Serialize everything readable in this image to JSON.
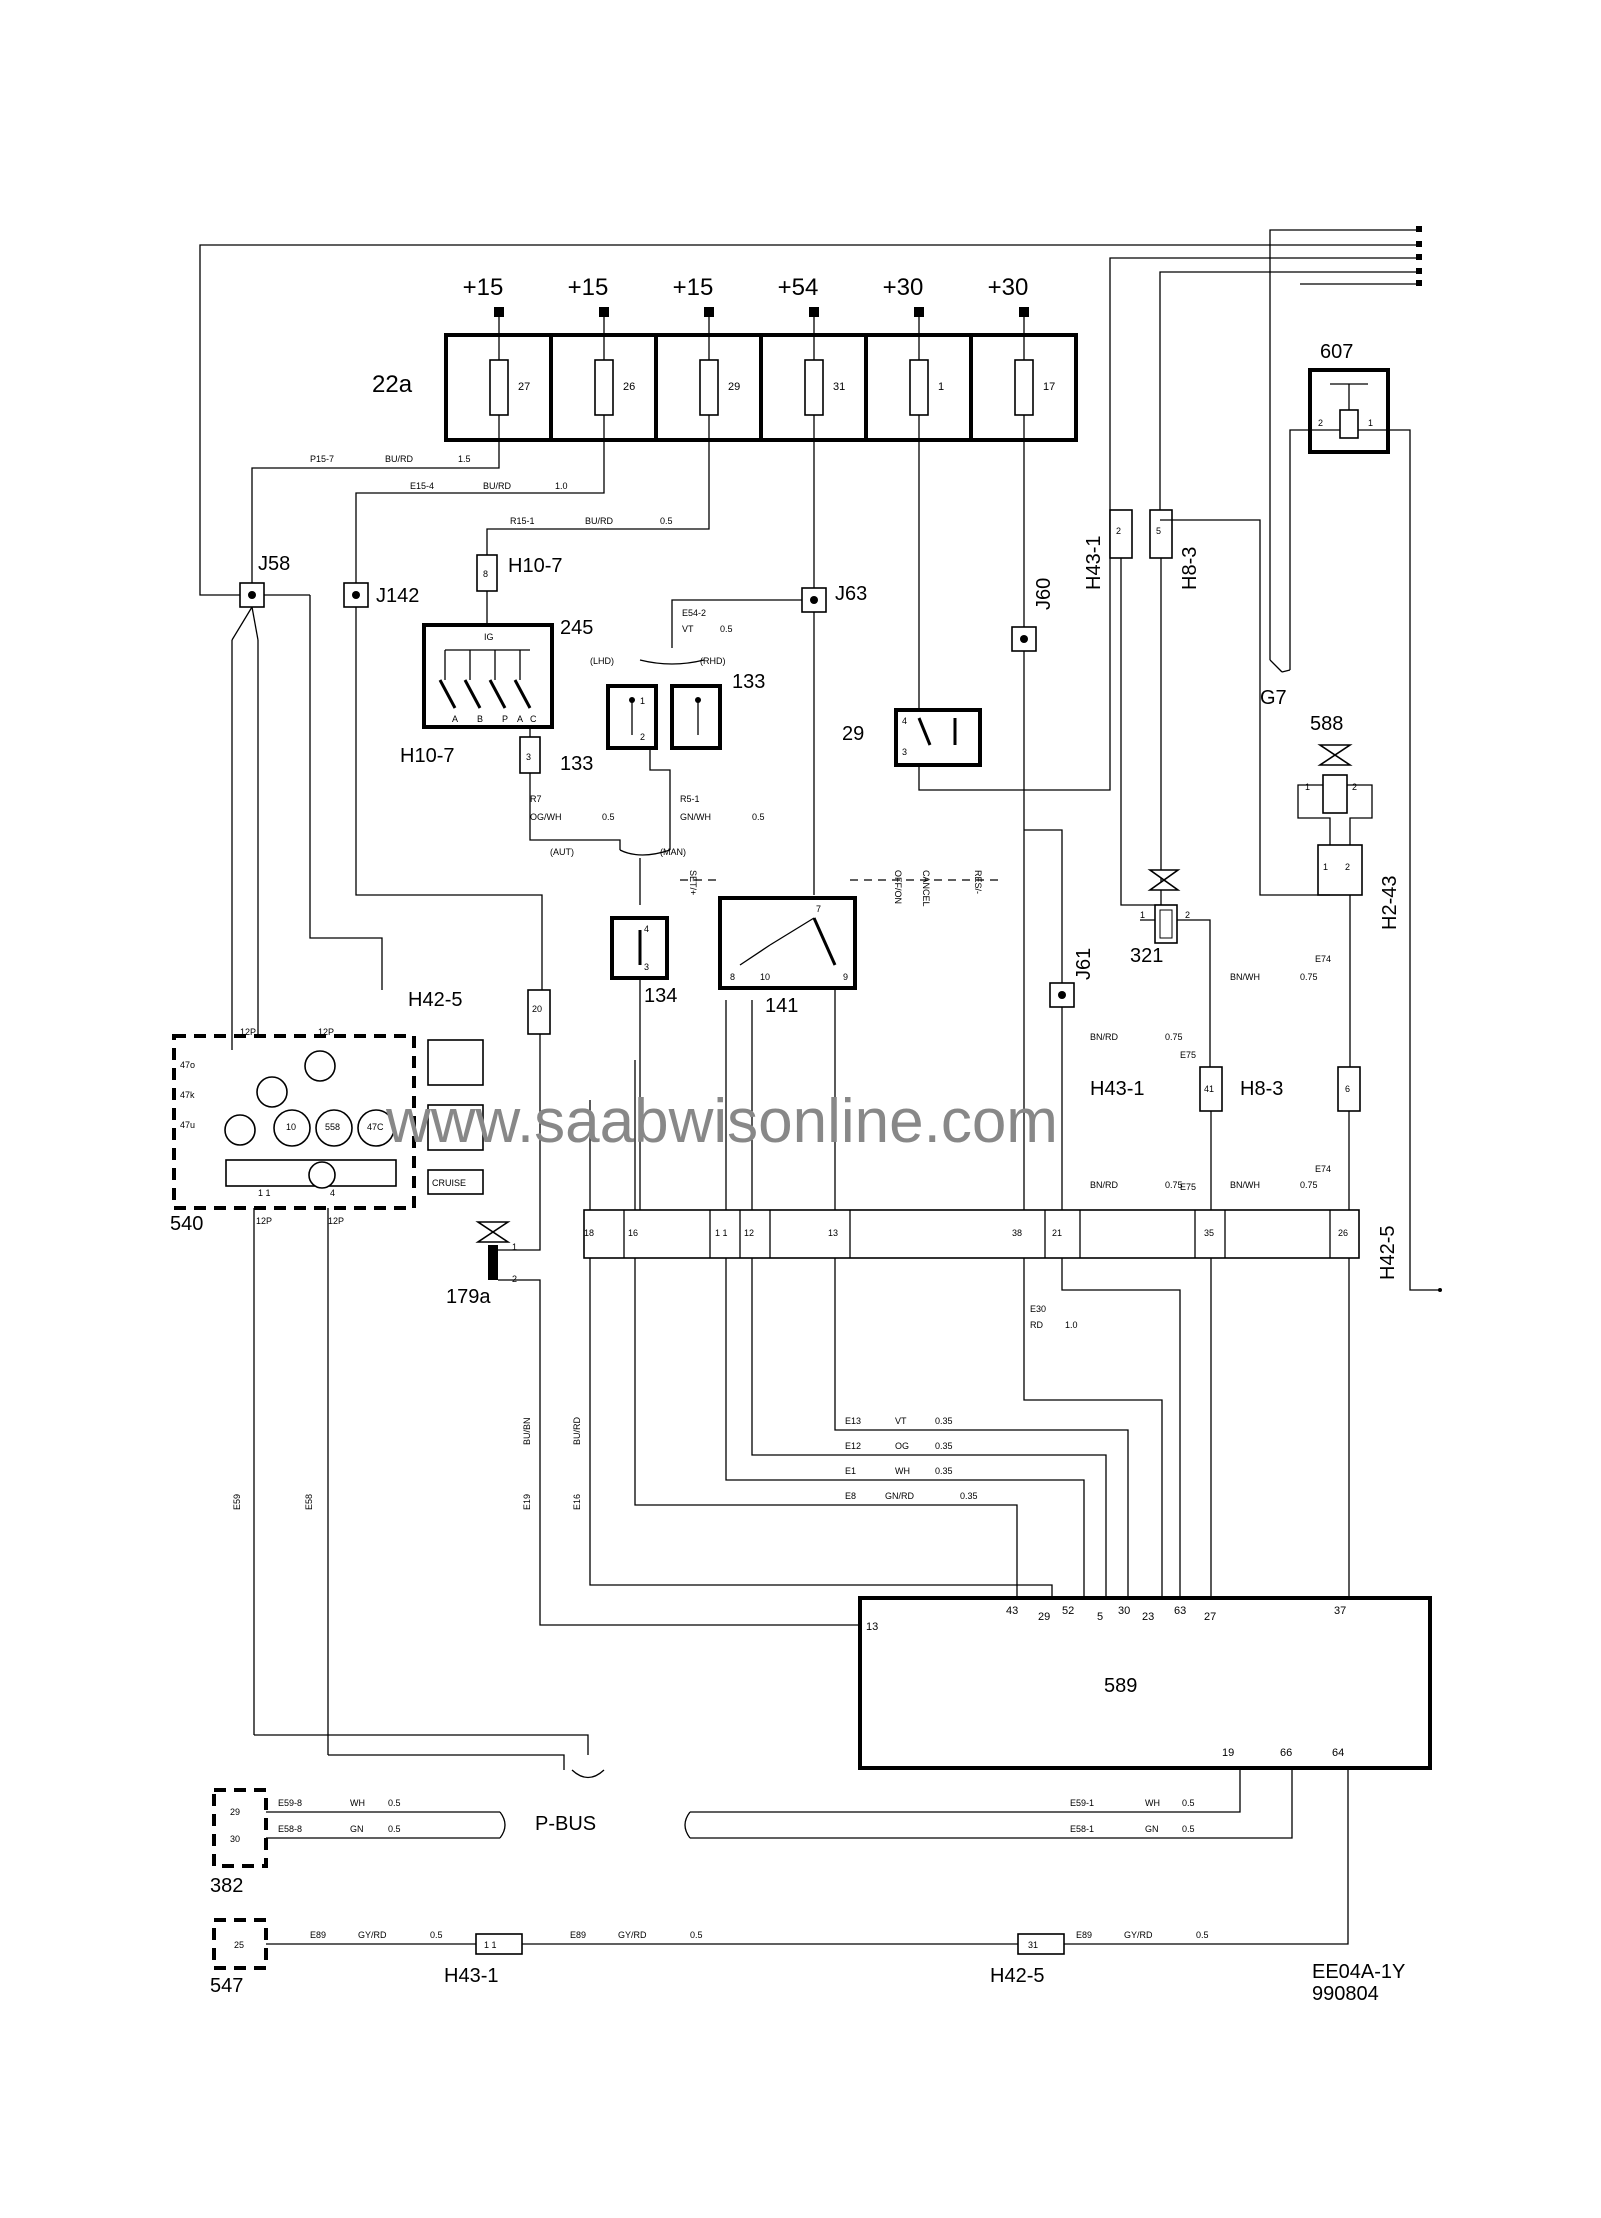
{
  "supplies": [
    "+15",
    "+15",
    "+15",
    "+54",
    "+30",
    "+30"
  ],
  "fuse_box": {
    "label": "22a",
    "fuses": [
      "27",
      "26",
      "29",
      "31",
      "1",
      "17"
    ]
  },
  "components": {
    "c607": "607",
    "c588": "588",
    "c321": "321",
    "c589": "589",
    "c540": "540",
    "c382": "382",
    "c547": "547",
    "c245": "245",
    "c133a": "133",
    "c133b": "133",
    "c29": "29",
    "c134": "134",
    "c141": "141",
    "c179a": "179a"
  },
  "junctions": {
    "j58": "J58",
    "j142": "J142",
    "j63": "J63",
    "j60": "J60",
    "j61": "J61",
    "g7": "G7"
  },
  "connectors": {
    "h10_7": "H10-7",
    "h10_7b": "H10-7",
    "h43_1": "H43-1",
    "h8_3": "H8-3",
    "h2_43": "H2-43",
    "h42_5": "H42-5",
    "h42_5b": "H42-5",
    "h43_1b": "H43-1",
    "h8_3b": "H8-3",
    "h42_5c": "H42-5",
    "h43_1c": "H43-1",
    "h42_5d": "H42-5"
  },
  "pbus": "P-BUS",
  "cruise": "CRUISE",
  "watermark": "www.saabwisonline.com",
  "doc_code": "EE04A-1Y",
  "doc_date": "990804",
  "switch_labels": {
    "lhd": "(LHD)",
    "rhd": "(RHD)",
    "aut": "(AUT)",
    "man": "(MAN)",
    "ig": "IG",
    "set": "SET/+",
    "offon": "OFF/ON",
    "cancel": "CANCEL",
    "res": "RES/-"
  },
  "wire_labels": {
    "p15_7": "P15-7",
    "bu_rd": "BU/RD",
    "w15": "1.5",
    "e15_4": "E15-4",
    "w10": "1.0",
    "r15_1": "R15-1",
    "w05": "0.5",
    "e54_2": "E54-2",
    "vt": "VT",
    "r7": "R7",
    "og_wh": "OG/WH",
    "r5_1": "R5-1",
    "gn_wh": "GN/WH",
    "e13": "E13",
    "e12": "E12",
    "e1": "E1",
    "e8": "E8",
    "og": "OG",
    "wh": "WH",
    "gn_rd": "GN/RD",
    "w035": "0.35",
    "e30": "E30",
    "rd": "RD",
    "e75": "E75",
    "e74": "E74",
    "bn_rd": "BN/RD",
    "bn_wh": "BN/WH",
    "w075": "0.75",
    "e59_8": "E59-8",
    "e58_8": "E58-8",
    "e59_1": "E59-1",
    "e58_1": "E58-1",
    "gn": "GN",
    "e89": "E89",
    "gy_rd": "GY/RD",
    "e59": "E59",
    "e58": "E58",
    "e19": "E19",
    "e16": "E16",
    "bu_bn": "BU/BN"
  },
  "pins_589": [
    "13",
    "43",
    "29",
    "52",
    "5",
    "30",
    "23",
    "63",
    "27",
    "37",
    "19",
    "66",
    "64"
  ],
  "pins_h42_5": [
    "18",
    "16",
    "1 1",
    "12",
    "13",
    "38",
    "21",
    "35",
    "26"
  ],
  "lamps_540": [
    "47o",
    "47k",
    "47u",
    "10",
    "558",
    "47C"
  ]
}
